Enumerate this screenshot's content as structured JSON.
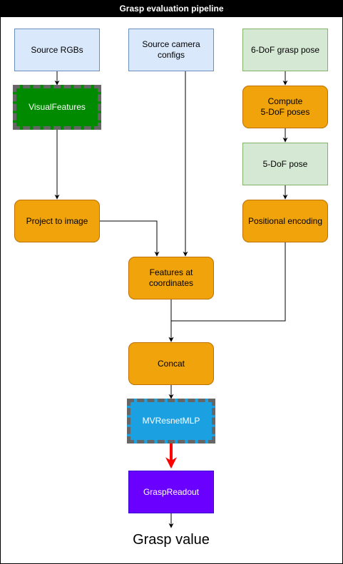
{
  "title": "Grasp evaluation pipeline",
  "nodes": {
    "source_rgbs": "Source RGBs",
    "source_camera_configs": "Source camera\nconfigs",
    "six_dof_grasp_pose": "6-DoF grasp pose",
    "visual_features": "VisualFeatures",
    "compute_5dof": "Compute\n5-DoF poses",
    "five_dof_pose": "5-DoF pose",
    "project_to_image": "Project to image",
    "positional_encoding": "Positional encoding",
    "features_at_coordinates": "Features at\ncoordinates",
    "concat": "Concat",
    "mvresnet_mlp": "MVResnetMLP",
    "grasp_readout": "GraspReadout"
  },
  "output_label": "Grasp value",
  "colors": {
    "input_blue_fill": "#dae8fc",
    "input_blue_border": "#6c8ebf",
    "input_green_fill": "#d5e8d4",
    "input_green_border": "#82b366",
    "process_orange_fill": "#f0a30a",
    "process_orange_border": "#bd7000",
    "visual_features_fill": "#008a00",
    "mvresnet_fill": "#1ba1e2",
    "grasp_readout_fill": "#6a00ff",
    "highlight_arrow": "#ff0000",
    "dashed_border": "#666666"
  }
}
